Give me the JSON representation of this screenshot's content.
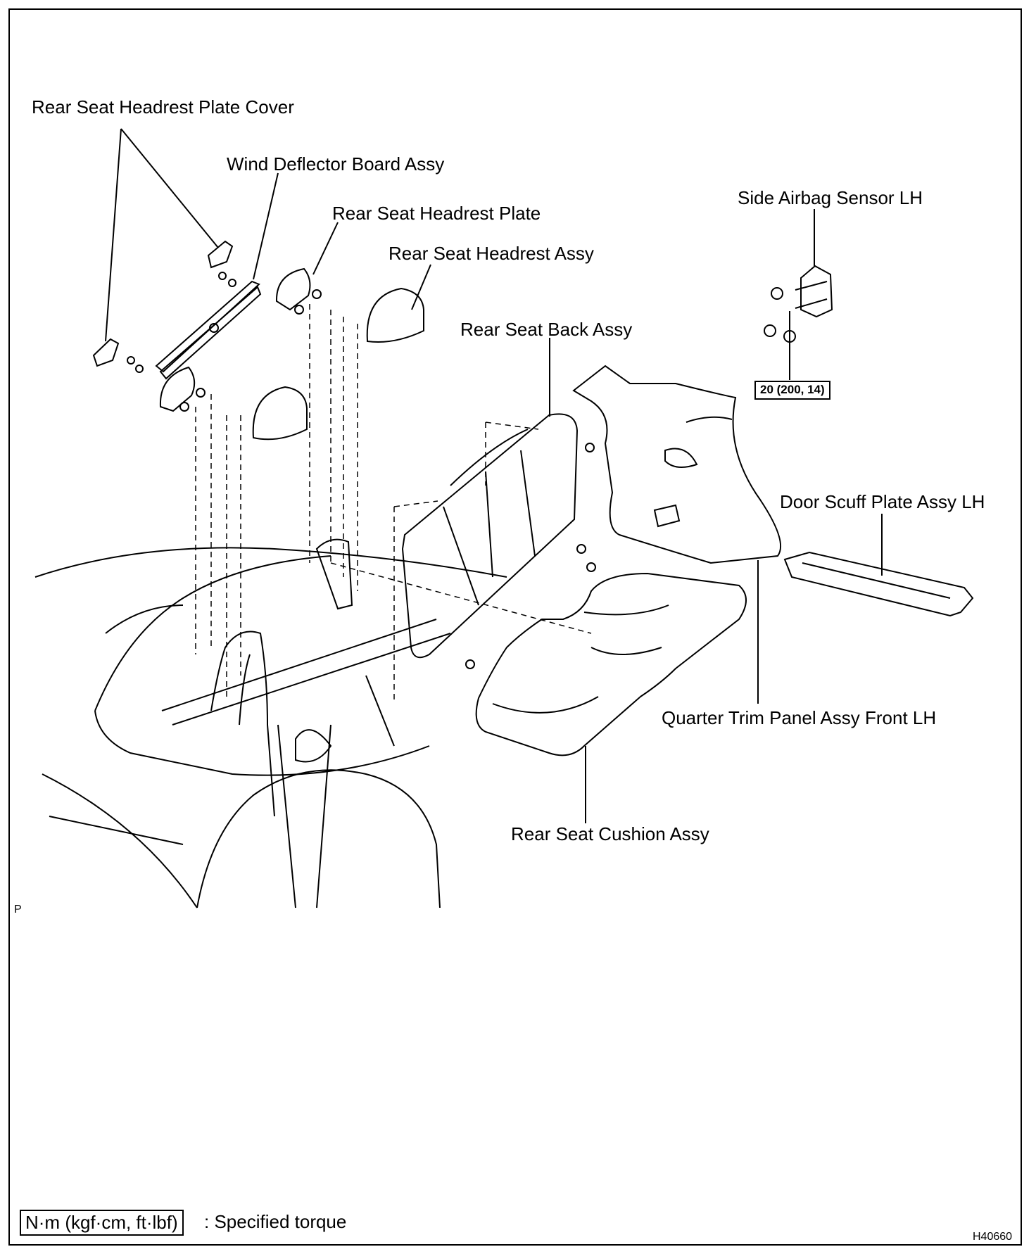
{
  "labels": {
    "plate_cover": "Rear Seat Headrest Plate Cover",
    "wind_deflector": "Wind Deflector Board Assy",
    "headrest_plate": "Rear Seat Headrest Plate",
    "headrest_assy": "Rear Seat Headrest Assy",
    "seat_back": "Rear Seat Back Assy",
    "airbag_sensor": "Side Airbag Sensor LH",
    "door_scuff": "Door Scuff Plate Assy LH",
    "quarter_trim": "Quarter Trim Panel Assy Front LH",
    "seat_cushion": "Rear Seat Cushion Assy"
  },
  "torque_value": "20 (200, 14)",
  "legend": {
    "unit_box": "N·m (kgf·cm, ft·lbf)",
    "description": ": Specified torque"
  },
  "marker_p": "P",
  "figure_code": "H40660"
}
